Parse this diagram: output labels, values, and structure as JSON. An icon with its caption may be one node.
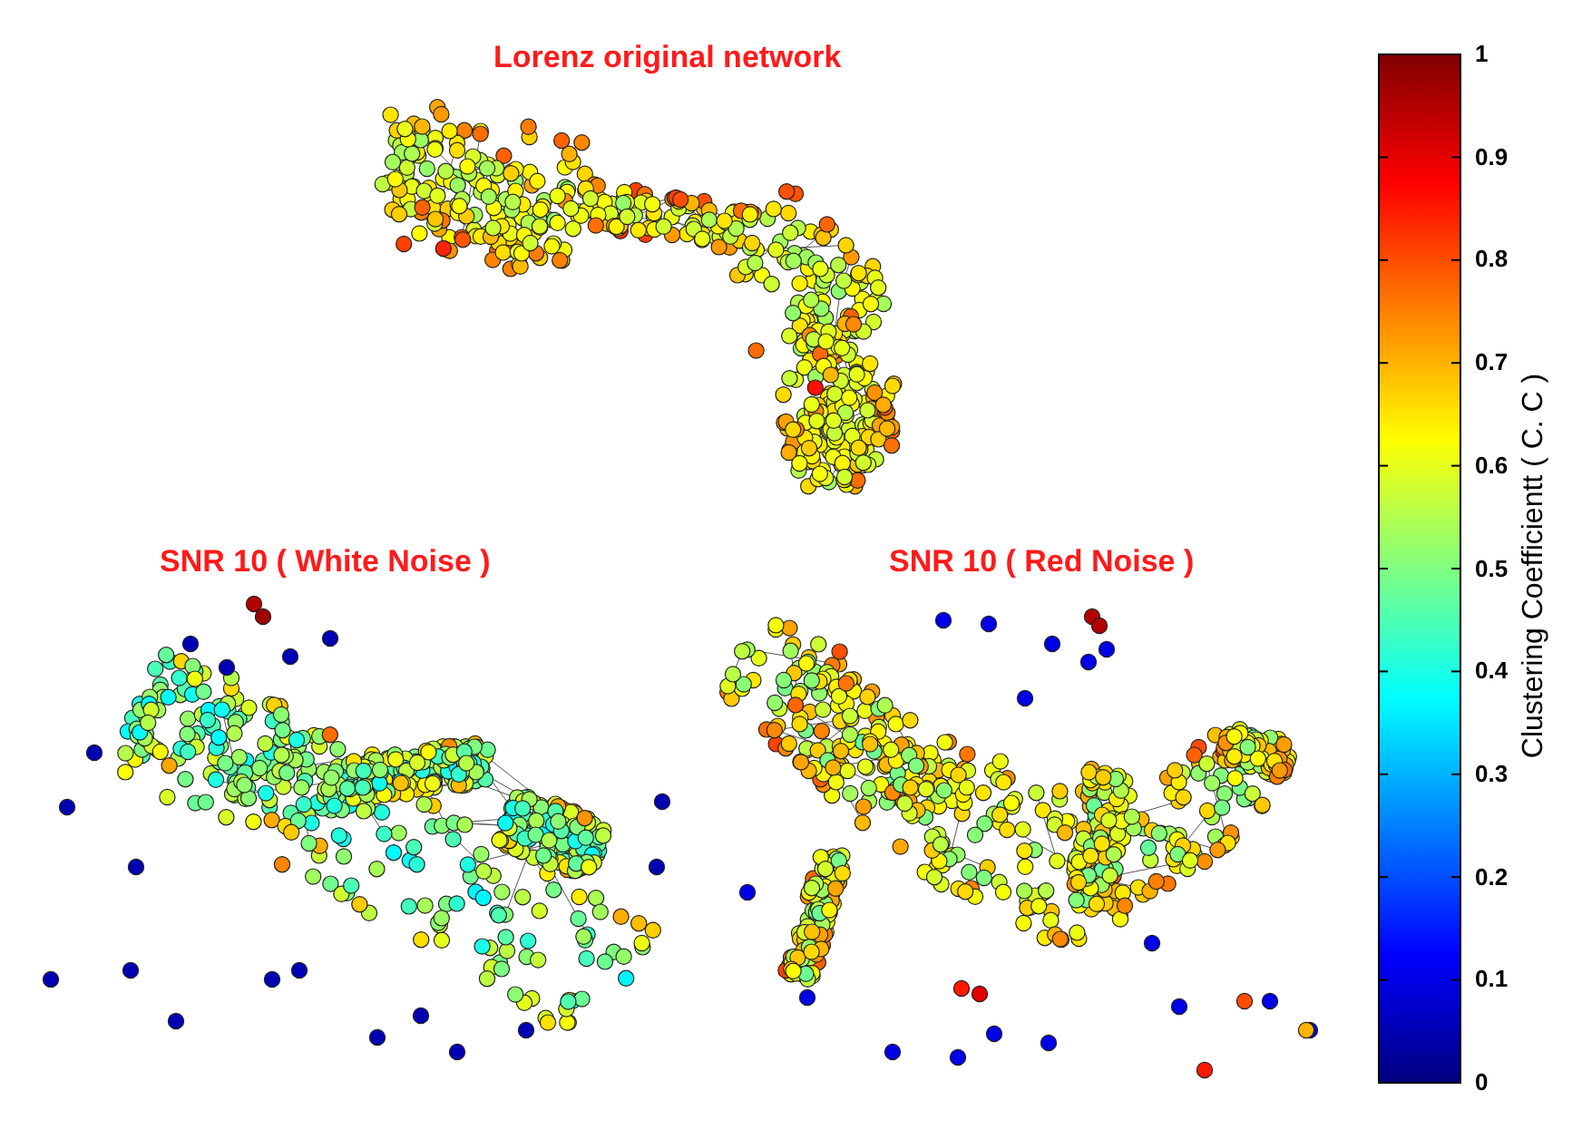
{
  "diagram": {
    "labels": [
      "Lorenz original network",
      "SNR 10 ( White Noise )",
      "SNR 10 ( Red Noise )",
      "1",
      "0.9",
      "0.8",
      "0.7",
      "0.6",
      "0.5",
      "0.4",
      "0.3",
      "0.2",
      "0.1",
      "0",
      "Clustering Coefficientt ( C. C )"
    ]
  }
}
